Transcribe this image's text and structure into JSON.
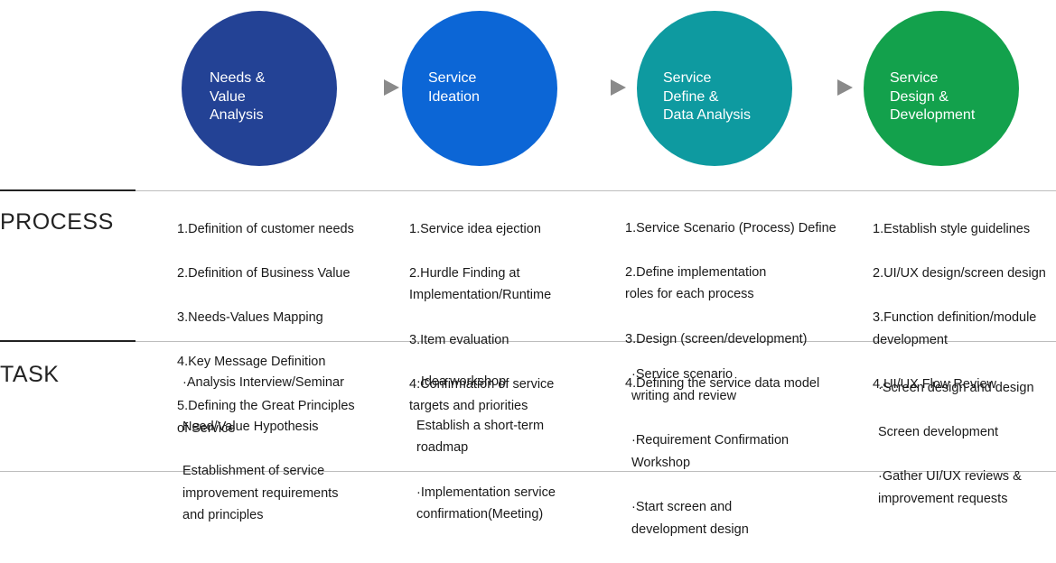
{
  "stages": [
    {
      "title": "Needs &\nValue\nAnalysis"
    },
    {
      "title": "Service\nIdeation"
    },
    {
      "title": "Service\nDefine &\nData Analysis"
    },
    {
      "title": "Service\nDesign &\nDevelopment"
    }
  ],
  "rows": {
    "process_label": "PROCESS",
    "task_label": "TASK"
  },
  "process": [
    [
      "1.Definition of customer needs",
      "2.Definition of Business Value",
      "3.Needs-Values Mapping",
      "4.Key Message Definition",
      "5.Defining the Great Principles\n   of Service"
    ],
    [
      "1.Service idea ejection",
      "2.Hurdle Finding at\n   Implementation/Runtime",
      "3.Item evaluation",
      "4.Confirmation of service\n   targets and priorities"
    ],
    [
      "1.Service Scenario (Process) Define",
      "2.Define implementation\n   roles for each process",
      "3.Design (screen/development)",
      "4.Defining the service data model"
    ],
    [
      "1.Establish style guidelines",
      "2.UI/UX design/screen design",
      "3.Function definition/module\n   development",
      "4.UI/UX Flow Review"
    ]
  ],
  "task": [
    [
      "·Analysis Interview/Seminar",
      " Need/Value Hypothesis",
      " Establishment of service\n improvement requirements\n and principles"
    ],
    [
      "·Idea workshop",
      " Establish a short-term\n roadmap",
      "·Implementation service\n confirmation(Meeting)"
    ],
    [
      "·Service scenario\n  writing  and review",
      "·Requirement Confirmation\n Workshop",
      "·Start screen and\n development design"
    ],
    [
      "·Screen design and design",
      " Screen development",
      "·Gather UI/UX reviews &\n improvement requests"
    ]
  ],
  "colors": {
    "stage1": "#234295",
    "stage2": "#0c66d6",
    "stage3": "#0e9aa0",
    "stage4": "#13a14c",
    "arrow": "#8a8a8a"
  }
}
